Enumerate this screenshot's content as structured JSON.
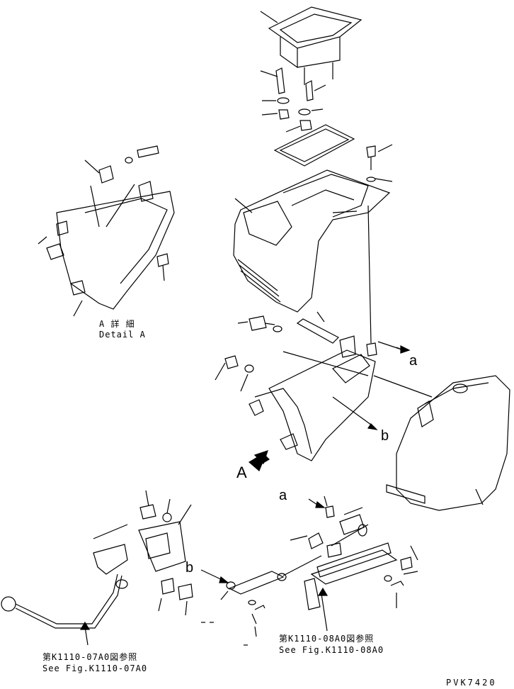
{
  "detail": {
    "jp": "A 詳 細",
    "en": "Detail A"
  },
  "view_arrow": {
    "label": "A"
  },
  "refs": {
    "a_top": "a",
    "b_top": "b",
    "a_bottom": "a",
    "b_bottom": "b"
  },
  "fig_left": {
    "jp": "第K1110-07A0図参照",
    "en": "See Fig.K1110-07A0"
  },
  "fig_right": {
    "jp": "第K1110-08A0図参照",
    "en": "See Fig.K1110-08A0"
  },
  "code": "PVK7420"
}
